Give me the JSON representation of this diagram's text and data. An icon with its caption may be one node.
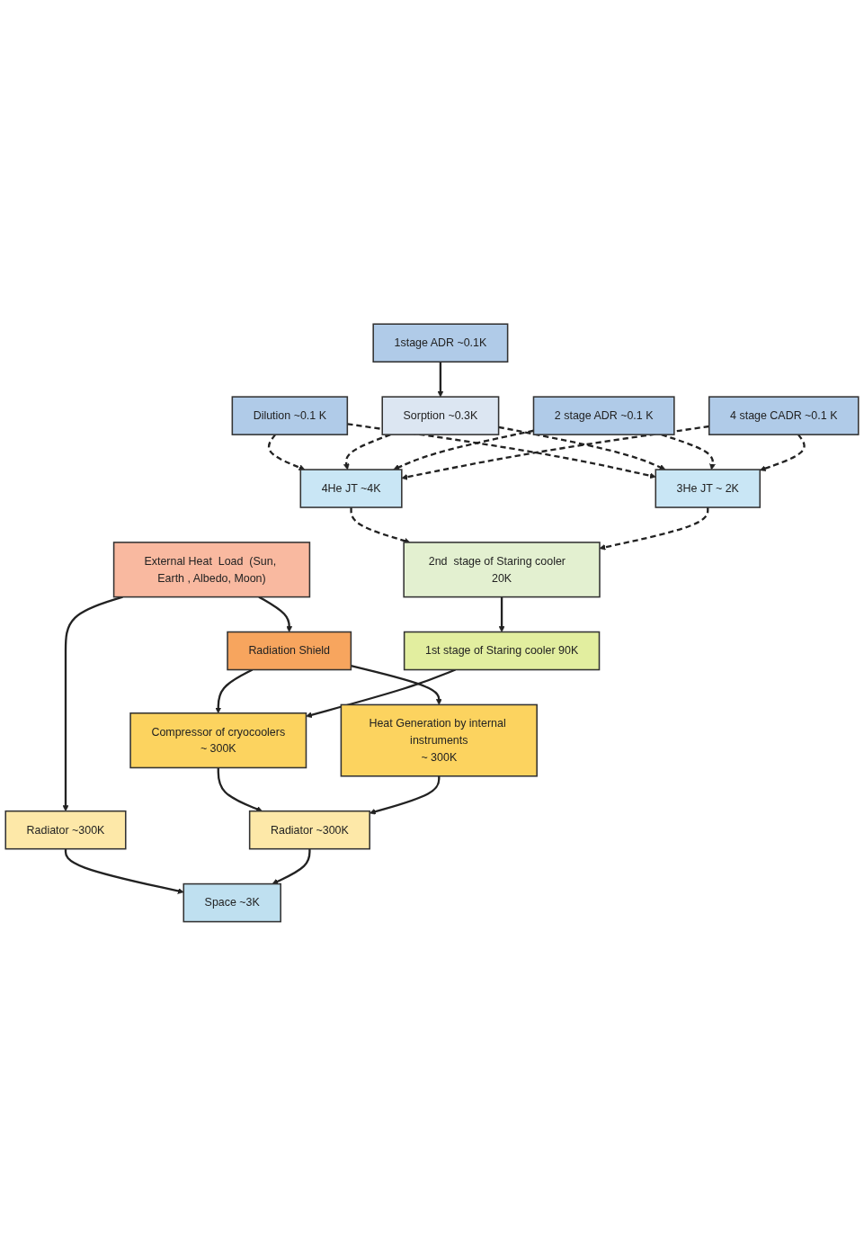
{
  "diagram": {
    "nodes": [
      {
        "text": [
          "External Heat  Load  (Sun, Earth , Albedo, Moon)"
        ]
      },
      {
        "text": [
          "Radiation  Shield"
        ]
      },
      {
        "text": [
          "Heat Generation by internal instruments",
          "~ 300K"
        ]
      },
      {
        "text": [
          "Compressor of cryocoolers",
          "~ 300K"
        ]
      },
      {
        "text": [
          "Radiator ~300K"
        ]
      },
      {
        "text": [
          "Radiator ~300K"
        ]
      },
      {
        "text": [
          "Space ~3K"
        ]
      },
      {
        "text": [
          "1st  stage of Staring cooler   90K"
        ]
      },
      {
        "text": [
          "2nd  stage of Staring cooler   20K"
        ]
      },
      {
        "text": [
          "4He JT  ~4K"
        ]
      },
      {
        "text": [
          "3He JT  ~ 2K"
        ]
      },
      {
        "text": [
          "Dilution ~0.1 K"
        ]
      },
      {
        "text": [
          "Sorption ~0.3K"
        ]
      },
      {
        "text": [
          "1stage ADR  ~0.1K"
        ]
      },
      {
        "text": [
          "2 stage ADR ~0.1 K"
        ]
      },
      {
        "text": [
          "4 stage CADR ~0.1 K"
        ]
      }
    ],
    "edges": [
      {
        "from": 0,
        "to": 1,
        "arrow": "to"
      },
      {
        "from": 0,
        "to": 4,
        "arrow": "to"
      },
      {
        "from": 1,
        "to": 2,
        "arrow": "to"
      },
      {
        "from": 1,
        "to": 3,
        "arrow": "to"
      },
      {
        "from": 4,
        "to": 6,
        "arrow": "to"
      },
      {
        "from": 3,
        "to": 5,
        "arrow": "to"
      },
      {
        "from": 2,
        "to": 5,
        "arrow": "to"
      },
      {
        "from": 5,
        "to": 6,
        "arrow": "to"
      },
      {
        "from": 7,
        "to": 3,
        "arrow": "to"
      },
      {
        "from": 8,
        "to": 7,
        "arrow": "to"
      },
      {
        "from": 9,
        "to": 8,
        "arrow": "to",
        "style": "dashed"
      },
      {
        "from": 10,
        "to": 8,
        "arrow": "to",
        "style": "dashed"
      },
      {
        "from": 11,
        "to": 9,
        "arrow": "to",
        "style": "dashed"
      },
      {
        "from": 11,
        "to": 10,
        "arrow": "to",
        "style": "dashed"
      },
      {
        "from": 12,
        "to": 9,
        "arrow": "to",
        "style": "dashed"
      },
      {
        "from": 12,
        "to": 10,
        "arrow": "to",
        "style": "dashed"
      },
      {
        "from": 13,
        "to": 12,
        "arrow": "to"
      },
      {
        "from": 14,
        "to": 9,
        "arrow": "to",
        "style": "dashed"
      },
      {
        "from": 14,
        "to": 10,
        "arrow": "to",
        "style": "dashed"
      },
      {
        "from": 15,
        "to": 9,
        "arrow": "to",
        "style": "dashed"
      },
      {
        "from": 15,
        "to": 10,
        "arrow": "to",
        "style": "dashed"
      }
    ]
  }
}
